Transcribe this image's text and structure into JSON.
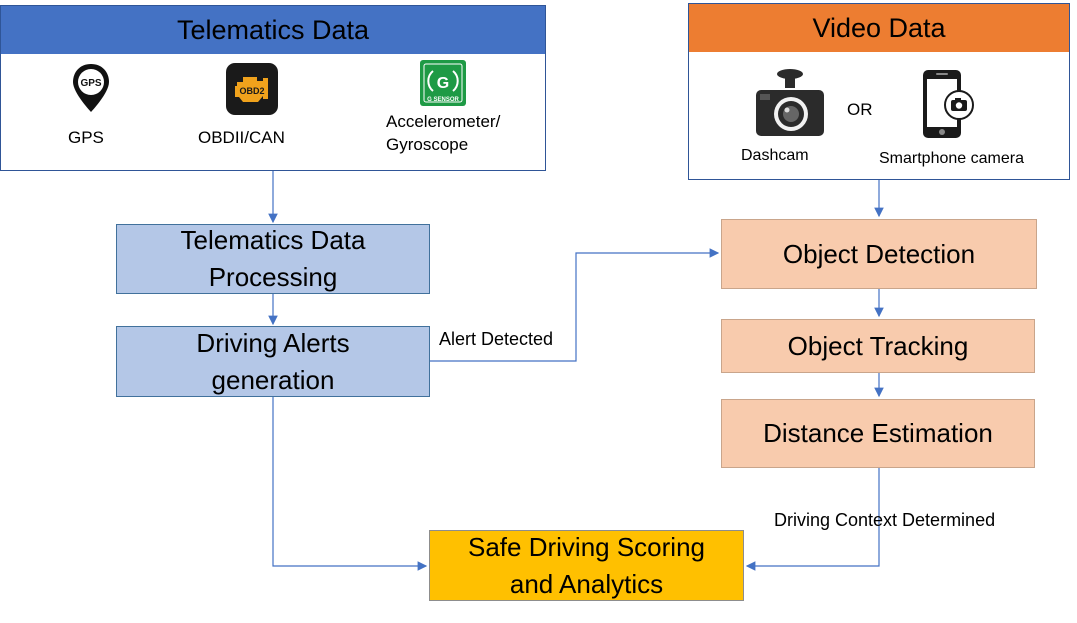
{
  "telematics": {
    "title": "Telematics Data",
    "sources": [
      {
        "icon": "gps-pin-icon",
        "label": "GPS"
      },
      {
        "icon": "obd2-engine-icon",
        "label": "OBDII/CAN"
      },
      {
        "icon": "g-sensor-icon",
        "label_line1": "Accelerometer/",
        "label_line2": "Gyroscope"
      }
    ],
    "icon_text": {
      "gps": "GPS",
      "obd": "OBD2",
      "gsensor": "G SENSOR"
    }
  },
  "video": {
    "title": "Video Data",
    "or_label": "OR",
    "sources": [
      {
        "icon": "dashcam-icon",
        "label": "Dashcam"
      },
      {
        "icon": "smartphone-camera-icon",
        "label": "Smartphone camera"
      }
    ]
  },
  "boxes": {
    "telematics_processing": {
      "line1": "Telematics Data",
      "line2": "Processing"
    },
    "driving_alerts": {
      "line1": "Driving Alerts",
      "line2": "generation"
    },
    "object_detection": "Object Detection",
    "object_tracking": "Object Tracking",
    "distance_estimation": "Distance Estimation",
    "safe_driving": {
      "line1": "Safe Driving Scoring",
      "line2": "and Analytics"
    }
  },
  "edge_labels": {
    "alert_detected": "Alert Detected",
    "context_determined": "Driving Context Determined"
  },
  "colors": {
    "blue_header": "#4472c4",
    "orange_header": "#ed7d31",
    "blue_box": "#b4c7e7",
    "peach_box": "#f8cbad",
    "gold_box": "#ffc000",
    "connector": "#4472c4"
  }
}
